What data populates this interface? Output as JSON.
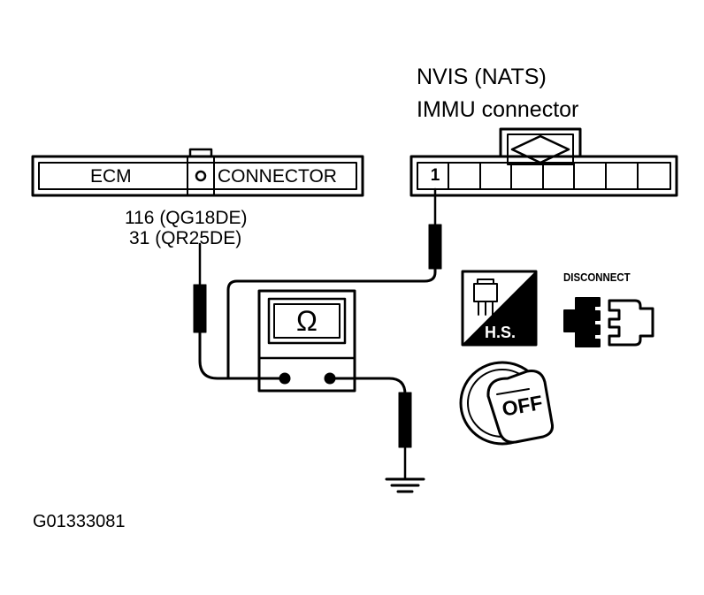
{
  "nvis_title": "NVIS (NATS)",
  "immu_label": "IMMU connector",
  "ecm_connector": {
    "left": "ECM",
    "right": "CONNECTOR"
  },
  "ecm_pins": {
    "qg18de": "116 (QG18DE)",
    "qr25de": "31 (QR25DE)"
  },
  "immu_pin": "1",
  "meter_symbol": "Ω",
  "hs_label": "H.S.",
  "disconnect_label": "DISCONNECT",
  "key_label": "OFF",
  "figure_id": "G01333081"
}
